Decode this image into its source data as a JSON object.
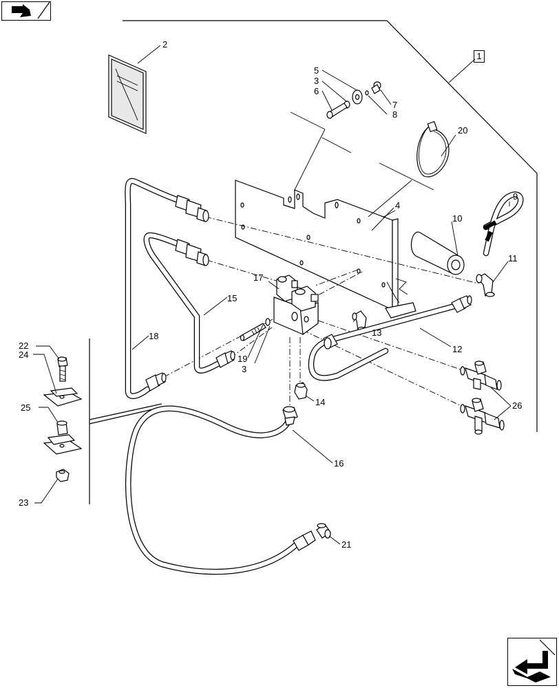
{
  "callouts": [
    {
      "id": "c2",
      "text": "2"
    },
    {
      "id": "c1",
      "text": "1"
    },
    {
      "id": "c5",
      "text": "5"
    },
    {
      "id": "c3a",
      "text": "3"
    },
    {
      "id": "c6",
      "text": "6"
    },
    {
      "id": "c7",
      "text": "7"
    },
    {
      "id": "c8",
      "text": "8"
    },
    {
      "id": "c20",
      "text": "20"
    },
    {
      "id": "c9",
      "text": "9"
    },
    {
      "id": "c4",
      "text": "4"
    },
    {
      "id": "c10",
      "text": "10"
    },
    {
      "id": "c11",
      "text": "11"
    },
    {
      "id": "c17",
      "text": "17"
    },
    {
      "id": "c15",
      "text": "15"
    },
    {
      "id": "c13",
      "text": "13"
    },
    {
      "id": "c12",
      "text": "12"
    },
    {
      "id": "c18",
      "text": "18"
    },
    {
      "id": "c19",
      "text": "19"
    },
    {
      "id": "c3b",
      "text": "3"
    },
    {
      "id": "c22",
      "text": "22"
    },
    {
      "id": "c24",
      "text": "24"
    },
    {
      "id": "c25",
      "text": "25"
    },
    {
      "id": "c14",
      "text": "14"
    },
    {
      "id": "c26",
      "text": "26"
    },
    {
      "id": "c16",
      "text": "16"
    },
    {
      "id": "c23",
      "text": "23"
    },
    {
      "id": "c21",
      "text": "21"
    }
  ],
  "assembly_box": {
    "text": "1"
  },
  "icons": {
    "top": "navigation-arrow-icon",
    "bottom": "navigation-return-arrow-icon"
  }
}
